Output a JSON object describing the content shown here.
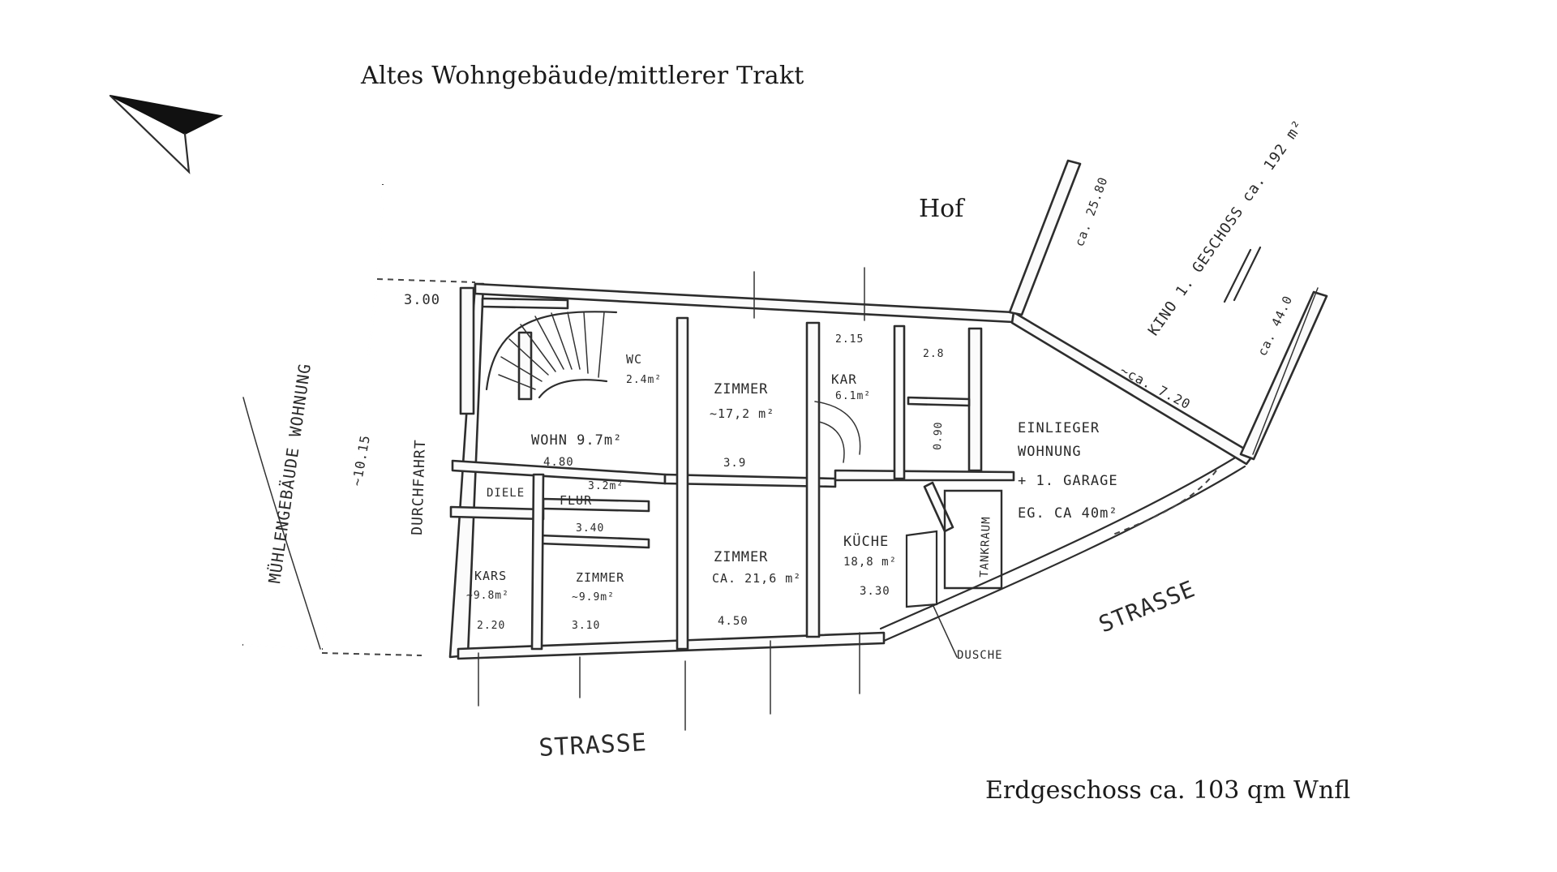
{
  "title": "Altes Wohngebäude/mittlerer Trakt",
  "courtyard_label": "Hof",
  "floor_summary": "Erdgeschoss ca. 103 qm Wnfl",
  "compass_icon": "north-arrow-icon",
  "plan": {
    "left_side_label": "MÜHLENGEBÄUDE WOHNUNG",
    "passage_label": "DURCHFAHRT",
    "passage_width": "3.00",
    "passage_length": "~10.15",
    "street_bottom_label": "STRASSE",
    "street_right_label": "STRASSE",
    "cinema_label": "KINO 1. GESCHOSS ca. 192 m²",
    "cinema_dim_1": "ca. 25.80",
    "cinema_dim_2": "ca. 44.0",
    "cinema_dim_3": "~ca. 7.20",
    "garage_label_1": "EINLIEGER",
    "garage_label_2": "WOHNUNG",
    "garage_label_3": "+ 1. GARAGE",
    "garage_label_4": "EG. CA 40m²",
    "rooms": {
      "wc": "WC",
      "wc_area": "2.4m²",
      "wohn": "WOHN 9.7m²",
      "wohn_width": "4.80",
      "zimmer_1": "ZIMMER",
      "zimmer_1_area": "~17,2 m²",
      "zimmer_1_width": "3.9",
      "kar": "KAR",
      "kar_area": "6.1m²",
      "kar_width": "2.15",
      "abst_area": "2.8",
      "bad_width": "0.90",
      "flur_area": "3.2m²",
      "diele": "DIELE",
      "flur": "FLUR",
      "flur_width": "3.40",
      "kars": "KARS",
      "kars_area": "~9.8m²",
      "kars_width": "2.20",
      "zimmer_2": "ZIMMER",
      "zimmer_2_area": "~9.9m²",
      "zimmer_2_width": "3.10",
      "zimmer_3": "ZIMMER",
      "zimmer_3_area": "CA. 21,6 m²",
      "zimmer_3_width": "4.50",
      "kueche": "KÜCHE",
      "kueche_area": "18,8 m²",
      "kueche_width": "3.30",
      "dusche": "DUSCHE",
      "tankraum": "TANKRAUM"
    }
  }
}
